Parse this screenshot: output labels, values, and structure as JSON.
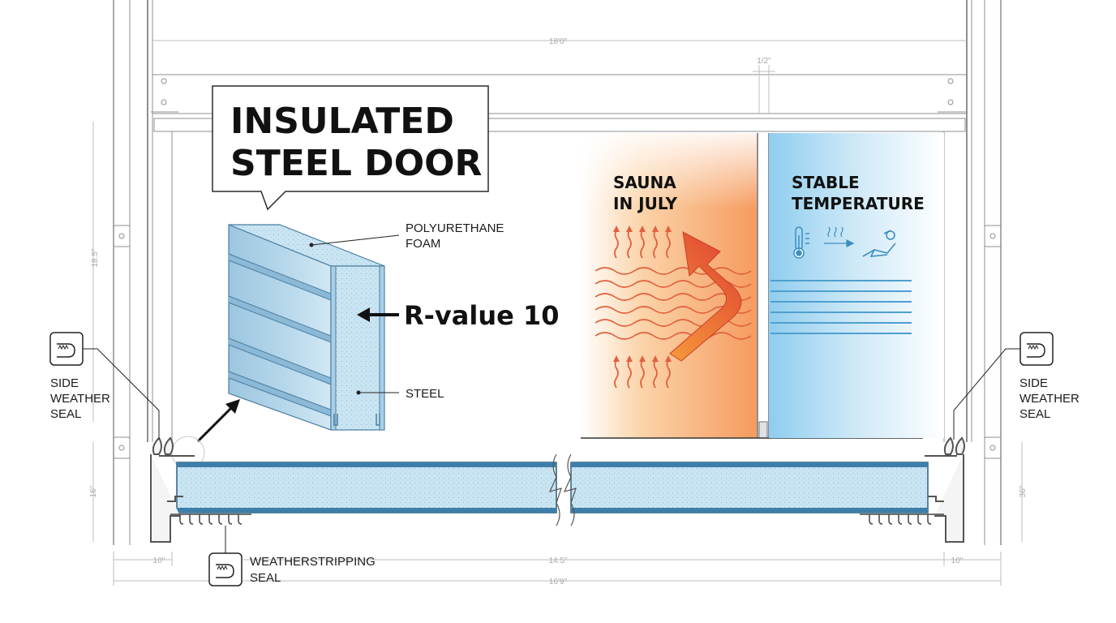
{
  "title": {
    "line1": "INSULATED",
    "line2": "STEEL DOOR"
  },
  "callouts": {
    "foam": {
      "line1": "POLYURETHANE",
      "line2": "FOAM"
    },
    "steel": "STEEL",
    "r_value": "R-value 10"
  },
  "hot_panel": {
    "line1": "SAUNA",
    "line2": "IN JULY"
  },
  "cool_panel": {
    "line1": "STABLE",
    "line2": "TEMPERATURE"
  },
  "seals": {
    "left": {
      "line1": "SIDE",
      "line2": "WEATHER",
      "line3": "SEAL"
    },
    "right": {
      "line1": "SIDE",
      "line2": "WEATHER",
      "line3": "SEAL"
    },
    "bottom": {
      "line1": "WEATHERSTRIPPING",
      "line2": "SEAL"
    }
  },
  "dimensions": {
    "top_width": "18'0\"",
    "gap": "1/2\"",
    "left_upper": "18.5\"",
    "left_lower": "16\"",
    "right_lower": "36\"",
    "bottom_left": "10\"",
    "bottom_mid": "14.5\"",
    "bottom_right": "10\"",
    "bottom_total": "16'9\""
  },
  "colors": {
    "steel_blue": "#a9cfe6",
    "foam_blue": "#c7e3f1",
    "hot_orange": "#f6a46a",
    "heat_red": "#e2603d",
    "cool_blue": "#bfe3f5",
    "cool_line": "#4f9fcf",
    "frame_gray": "#8c8f93"
  },
  "icons": [
    "thermometer-icon",
    "heat-waves-icon",
    "relaxing-person-icon",
    "seal-profile-icon"
  ]
}
